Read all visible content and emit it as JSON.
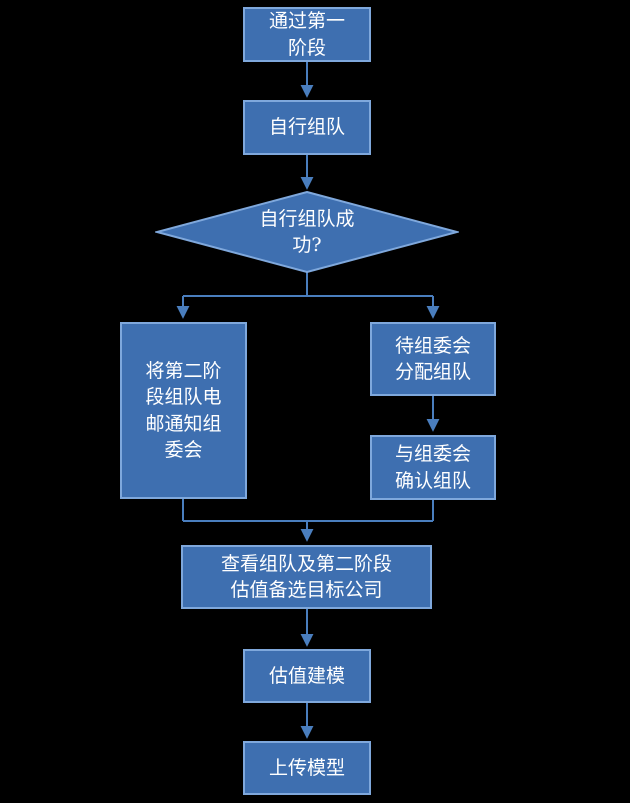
{
  "diagram": {
    "background_color": "#000000",
    "node_fill_color": "#3E6FB0",
    "node_border_color": "#7FA8DC",
    "arrow_color": "#4A7EBE",
    "text_color": "#FFFFFF",
    "nodes": {
      "pass_stage1": {
        "label": "通过第一\n阶段",
        "type": "process"
      },
      "self_team": {
        "label": "自行组队",
        "type": "process"
      },
      "team_success": {
        "label": "自行组队成\n功?",
        "type": "decision"
      },
      "email_committee": {
        "label": "将第二阶\n段组队电\n邮通知组\n委会",
        "type": "process"
      },
      "wait_assignment": {
        "label": "待组委会\n分配组队",
        "type": "process"
      },
      "confirm_team": {
        "label": "与组委会\n确认组队",
        "type": "process"
      },
      "view_targets": {
        "label": "查看组队及第二阶段\n估值备选目标公司",
        "type": "process"
      },
      "valuation_model": {
        "label": "估值建模",
        "type": "process"
      },
      "upload_model": {
        "label": "上传模型",
        "type": "process"
      }
    }
  }
}
